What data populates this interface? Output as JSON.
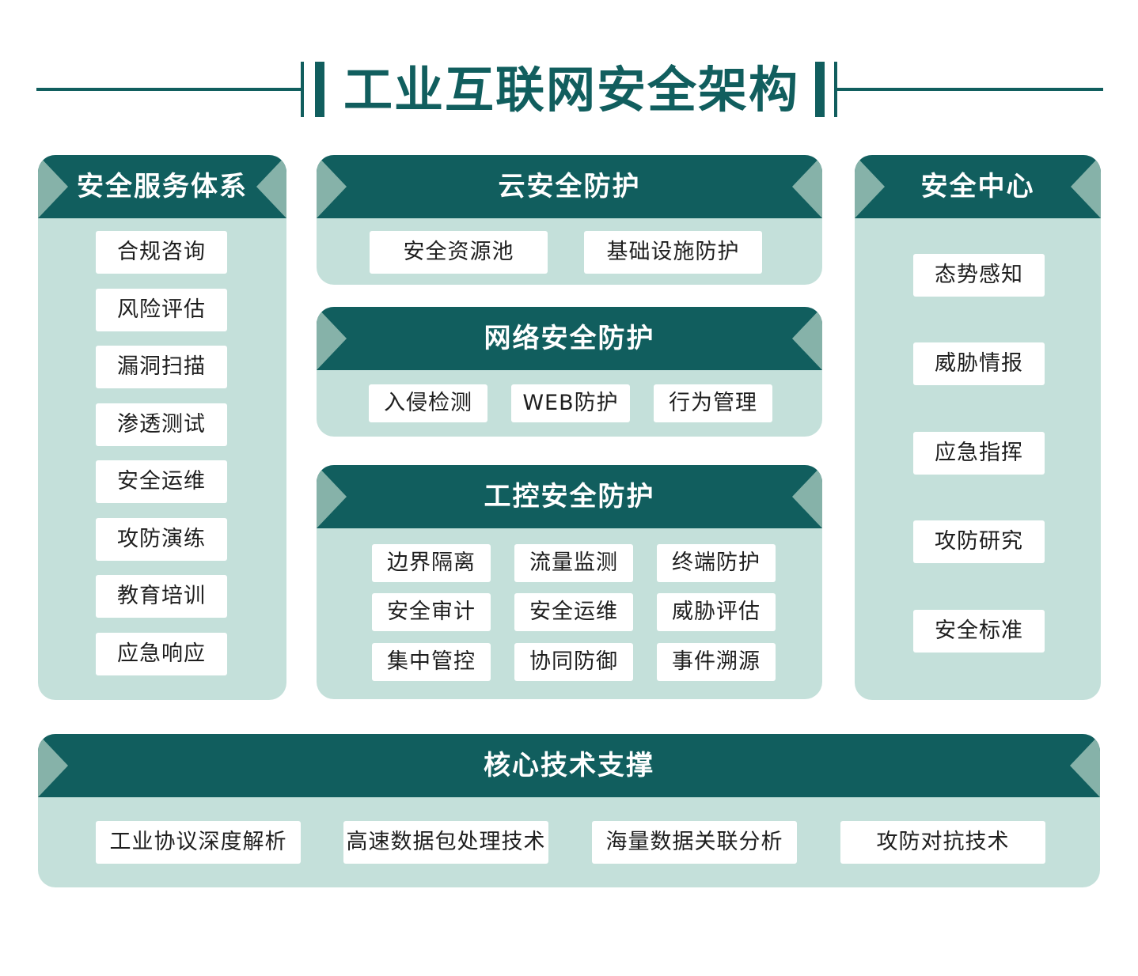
{
  "title": "工业互联网安全架构",
  "colors": {
    "dark": "#115e5e",
    "light": "#c4e0da",
    "accent": "#86b2a9",
    "box": "#ffffff"
  },
  "service": {
    "title": "安全服务体系",
    "items": [
      "合规咨询",
      "风险评估",
      "漏洞扫描",
      "渗透测试",
      "安全运维",
      "攻防演练",
      "教育培训",
      "应急响应"
    ]
  },
  "cloud": {
    "title": "云安全防护",
    "items": [
      "安全资源池",
      "基础设施防护"
    ]
  },
  "network": {
    "title": "网络安全防护",
    "items": [
      "入侵检测",
      "WEB防护",
      "行为管理"
    ]
  },
  "ics": {
    "title": "工控安全防护",
    "items": [
      "边界隔离",
      "流量监测",
      "终端防护",
      "安全审计",
      "安全运维",
      "威胁评估",
      "集中管控",
      "协同防御",
      "事件溯源"
    ]
  },
  "center": {
    "title": "安全中心",
    "items": [
      "态势感知",
      "威胁情报",
      "应急指挥",
      "攻防研究",
      "安全标准"
    ]
  },
  "core": {
    "title": "核心技术支撑",
    "items": [
      "工业协议深度解析",
      "高速数据包处理技术",
      "海量数据关联分析",
      "攻防对抗技术"
    ]
  }
}
